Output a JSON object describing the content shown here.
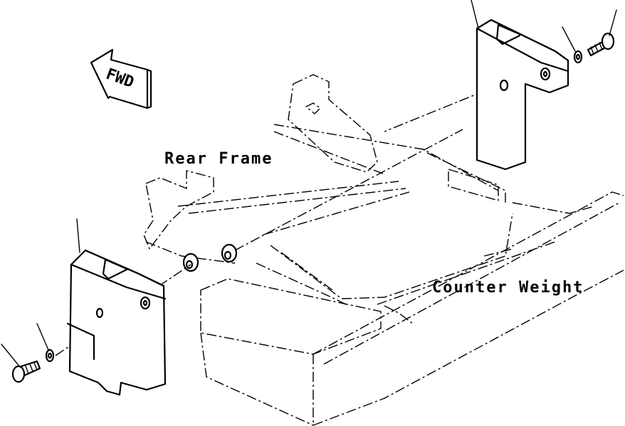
{
  "labels": {
    "forward": "FWD",
    "rear_frame": "Rear Frame",
    "counter_weight": "Counter Weight"
  },
  "colors": {
    "line": "#000000",
    "background": "#ffffff"
  }
}
